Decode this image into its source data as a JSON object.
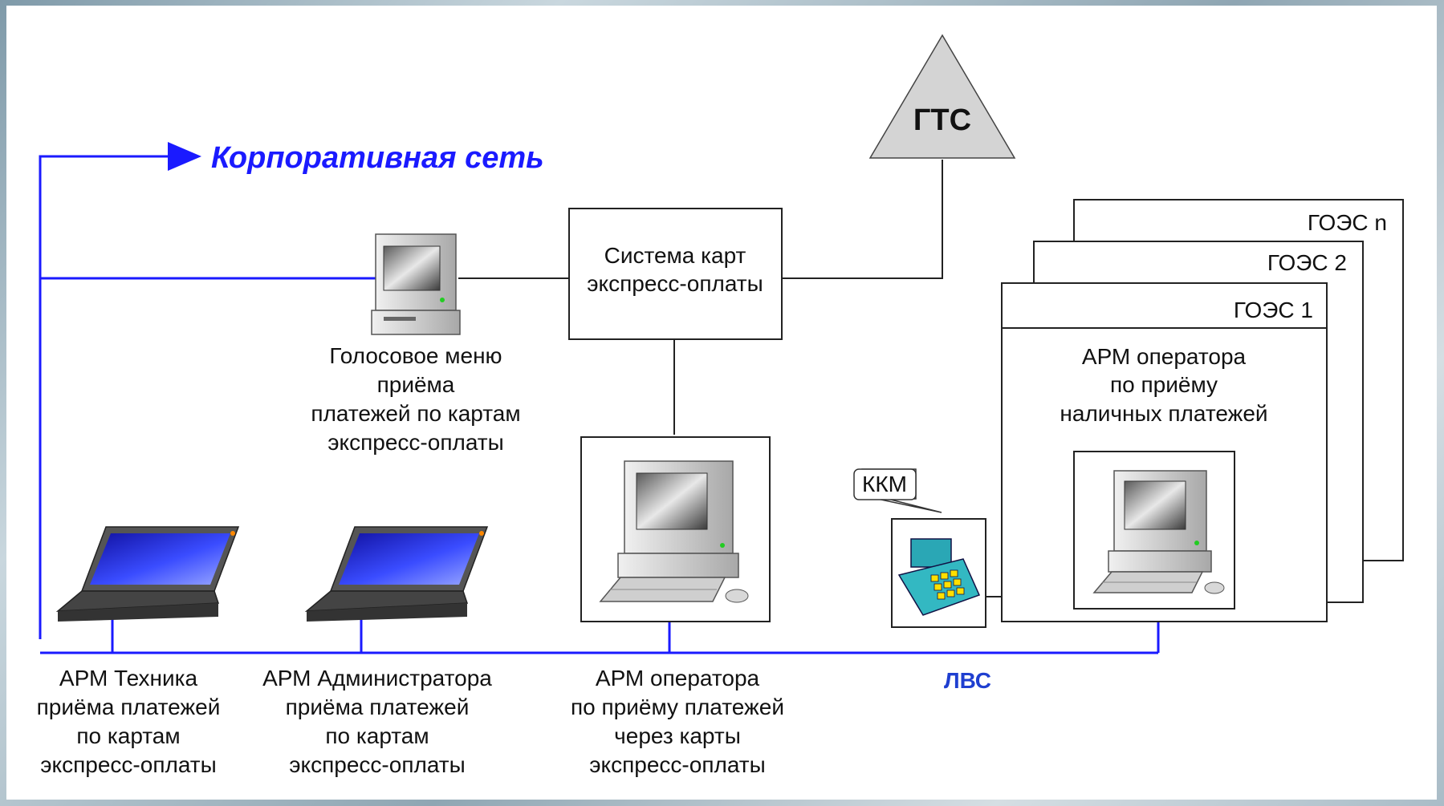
{
  "title": "Корпоративная сеть",
  "gts_label": "ГТС",
  "card_system": [
    "Система карт",
    "экспресс-оплаты"
  ],
  "voice_menu": [
    "Голосовое меню",
    "приёма",
    "платежей по картам",
    "экспресс-оплаты"
  ],
  "goes": [
    "ГОЭС n",
    "ГОЭС 2",
    "ГОЭС 1"
  ],
  "cash_operator": [
    "АРМ оператора",
    "по приёму",
    "наличных платежей"
  ],
  "kkm_label": "ККМ",
  "lan_label": "ЛВС",
  "technician": [
    "АРМ Техника",
    "приёма платежей",
    "по картам",
    "экспресс-оплаты"
  ],
  "admin": [
    "АРМ Администратора",
    "приёма платежей",
    "по картам",
    "экспресс-оплаты"
  ],
  "card_operator": [
    "АРМ оператора",
    "по приёму платежей",
    "через карты",
    "экспресс-оплаты"
  ],
  "colors": {
    "network_line": "#1a1aff",
    "gts_fill": "#d4d4d4"
  }
}
